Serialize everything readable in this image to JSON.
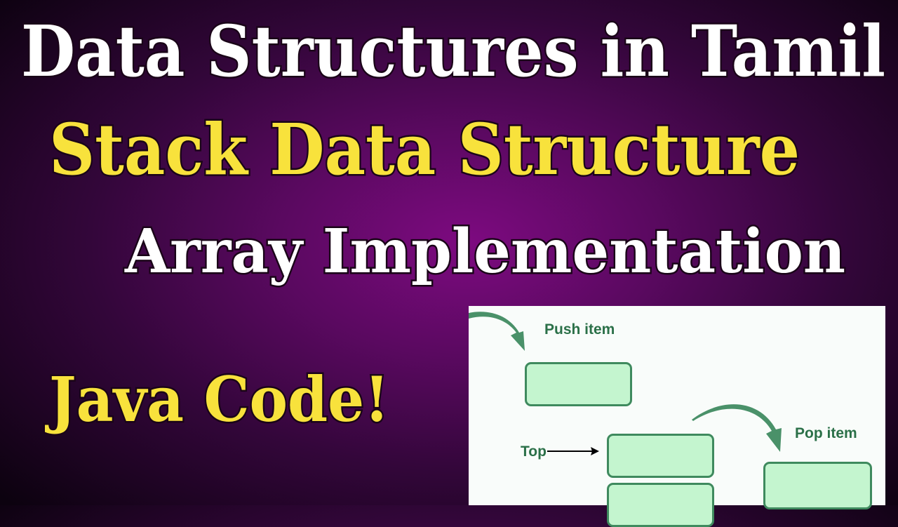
{
  "title": "Data Structures in Tamil",
  "subtitle": "Stack Data Structure",
  "topic": "Array Implementation",
  "tagline": "Java Code!",
  "diagram": {
    "push_label": "Push item",
    "pop_label": "Pop item",
    "top_label": "Top"
  },
  "colors": {
    "title": "#ffffff",
    "subtitle": "#f8e23c",
    "box_fill": "#c4f5cf",
    "box_border": "#3f8a5e",
    "arrow": "#4a9169"
  }
}
